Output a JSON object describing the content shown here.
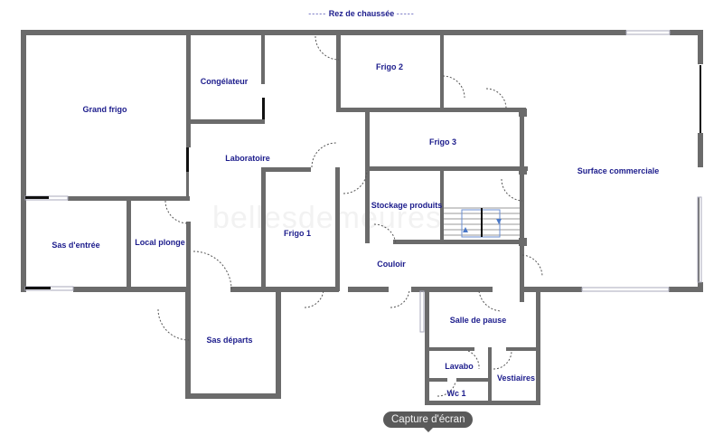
{
  "plan": {
    "title": "Rez de chaussée",
    "title_dashes": "-----",
    "watermark": "bellesdemeures",
    "wall_color": "#6b6b6b",
    "label_color": "#1c1c8c",
    "rooms": [
      {
        "id": "grand-frigo",
        "label": "Grand frigo"
      },
      {
        "id": "congelateur",
        "label": "Congélateur"
      },
      {
        "id": "laboratoire",
        "label": "Laboratoire"
      },
      {
        "id": "frigo-2",
        "label": "Frigo 2"
      },
      {
        "id": "frigo-3",
        "label": "Frigo 3"
      },
      {
        "id": "surface-commerciale",
        "label": "Surface commerciale"
      },
      {
        "id": "stockage-produits",
        "label": "Stockage produits"
      },
      {
        "id": "frigo-1",
        "label": "Frigo 1"
      },
      {
        "id": "sas-entree",
        "label": "Sas d'entrée"
      },
      {
        "id": "local-plonge",
        "label": "Local plonge"
      },
      {
        "id": "couloir",
        "label": "Couloir"
      },
      {
        "id": "sas-departs",
        "label": "Sas départs"
      },
      {
        "id": "salle-de-pause",
        "label": "Salle de pause"
      },
      {
        "id": "lavabo",
        "label": "Lavabo"
      },
      {
        "id": "vestiaires",
        "label": "Vestiaires"
      },
      {
        "id": "wc-1",
        "label": "Wc 1"
      }
    ]
  },
  "overlay": {
    "tooltip": "Capture d'écran"
  }
}
